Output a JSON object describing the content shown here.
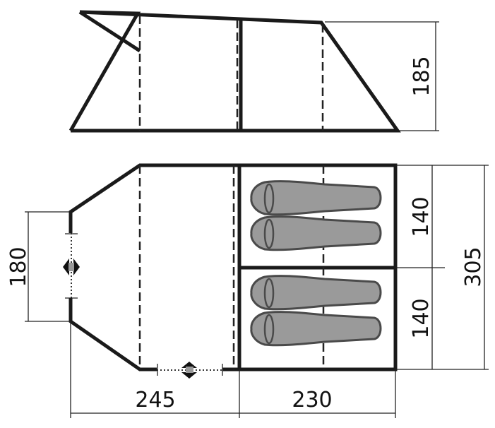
{
  "title": "Tent dimensions diagram",
  "side_view": {
    "height_label": "185"
  },
  "floor_plan": {
    "vestibule_door_width_label": "180",
    "vestibule_length_label": "245",
    "inner_length_label": "230",
    "inner_compartment_1_width_label": "140",
    "inner_compartment_2_width_label": "140",
    "total_width_label": "305",
    "sleeping_bags": 4
  },
  "colors": {
    "outline": "#1a1a1a",
    "sleeping_bag": "#9a9a9a"
  }
}
